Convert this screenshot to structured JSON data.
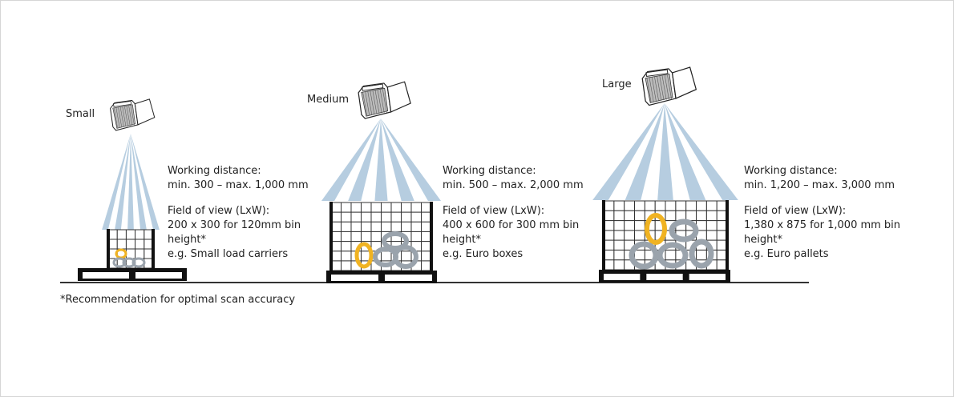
{
  "diagram": {
    "title": "Scanner size comparison",
    "colors": {
      "beam": "#b6cde0",
      "frame": "#111111",
      "grid": "#333333",
      "object_highlight": "#f0b322",
      "object": "#9aa3ac",
      "ground": "#333333"
    },
    "variants": [
      {
        "size_label": "Small",
        "working_distance_heading": "Working distance:",
        "working_distance_value": "min. 300 – max. 1,000  mm",
        "fov_heading": "Field of view (LxW):",
        "fov_value_line1": "200 x 300 for 120mm bin",
        "fov_value_line2": "height*",
        "example": "e.g. Small load carriers"
      },
      {
        "size_label": "Medium",
        "working_distance_heading": "Working distance:",
        "working_distance_value": "min. 500 – max. 2,000 mm",
        "fov_heading": "Field of view (LxW):",
        "fov_value_line1": "400 x 600 for 300 mm bin",
        "fov_value_line2": "height*",
        "example": "e.g. Euro boxes"
      },
      {
        "size_label": "Large",
        "working_distance_heading": "Working distance:",
        "working_distance_value": "min. 1,200 – max. 3,000 mm",
        "fov_heading": "Field of view (LxW):",
        "fov_value_line1": "1,380 x 875 for 1,000 mm bin",
        "fov_value_line2": "height*",
        "example": "e.g. Euro pallets"
      }
    ],
    "footnote": "*Recommendation for optimal scan accuracy"
  }
}
